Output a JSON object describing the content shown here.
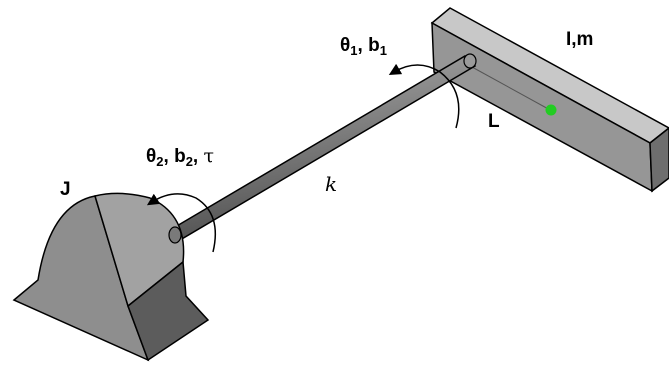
{
  "labels": {
    "joint1": {
      "theta": "θ",
      "theta_sub": "1",
      "sep": ", ",
      "b": "b",
      "b_sub": "1"
    },
    "joint2": {
      "theta": "θ",
      "theta_sub": "2",
      "sep": ", ",
      "b": "b",
      "b_sub": "2",
      "sep2": ", ",
      "tau": "τ"
    },
    "stiffness": "k",
    "link_length": "L",
    "link_params": "I,m",
    "motor_inertia": "J"
  },
  "colors": {
    "center_of_mass": "#22cc22",
    "part_fill": "#8c8c8c",
    "part_dark": "#5a5a5a",
    "part_light": "#b4b4b4",
    "outline": "#000000"
  }
}
